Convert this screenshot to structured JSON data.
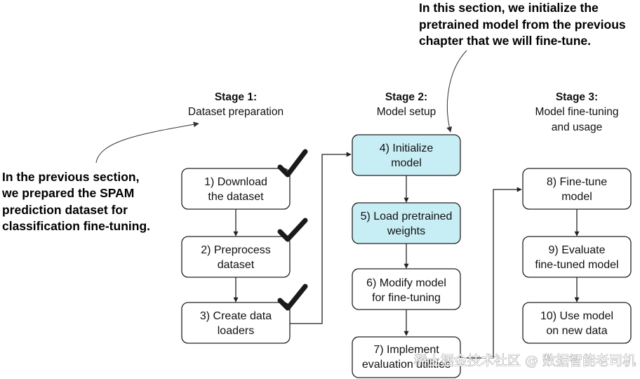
{
  "stages": [
    {
      "title": "Stage 1:",
      "subtitle": [
        "Dataset preparation"
      ]
    },
    {
      "title": "Stage 2:",
      "subtitle": [
        "Model setup"
      ]
    },
    {
      "title": "Stage 3:",
      "subtitle": [
        "Model fine-tuning",
        "and usage"
      ]
    }
  ],
  "steps": [
    {
      "id": "s1",
      "lines": [
        "1) Download",
        "the dataset"
      ],
      "highlight": false,
      "completed": true
    },
    {
      "id": "s2",
      "lines": [
        "2) Preprocess",
        "dataset"
      ],
      "highlight": false,
      "completed": true
    },
    {
      "id": "s3",
      "lines": [
        "3) Create data",
        "loaders"
      ],
      "highlight": false,
      "completed": true
    },
    {
      "id": "s4",
      "lines": [
        "4) Initialize",
        "model"
      ],
      "highlight": true,
      "completed": false
    },
    {
      "id": "s5",
      "lines": [
        "5) Load pretrained",
        "weights"
      ],
      "highlight": true,
      "completed": false
    },
    {
      "id": "s6",
      "lines": [
        "6) Modify model",
        "for fine-tuning"
      ],
      "highlight": false,
      "completed": false
    },
    {
      "id": "s7",
      "lines": [
        "7) Implement",
        "evaluation utilities"
      ],
      "highlight": false,
      "completed": false
    },
    {
      "id": "s8",
      "lines": [
        "8) Fine-tune",
        "model"
      ],
      "highlight": false,
      "completed": false
    },
    {
      "id": "s9",
      "lines": [
        "9) Evaluate",
        "fine-tuned model"
      ],
      "highlight": false,
      "completed": false
    },
    {
      "id": "s10",
      "lines": [
        "10) Use model",
        "on new data"
      ],
      "highlight": false,
      "completed": false
    }
  ],
  "annotations": {
    "left_note": [
      "In the previous section,",
      "we prepared the SPAM",
      "prediction dataset for",
      "classification fine-tuning."
    ],
    "top_note": [
      "In this section, we initialize the",
      "pretrained model from the previous",
      "chapter that we will fine-tune."
    ]
  },
  "watermark": "稀土掘金技术社区 @ 数据智能老司机"
}
